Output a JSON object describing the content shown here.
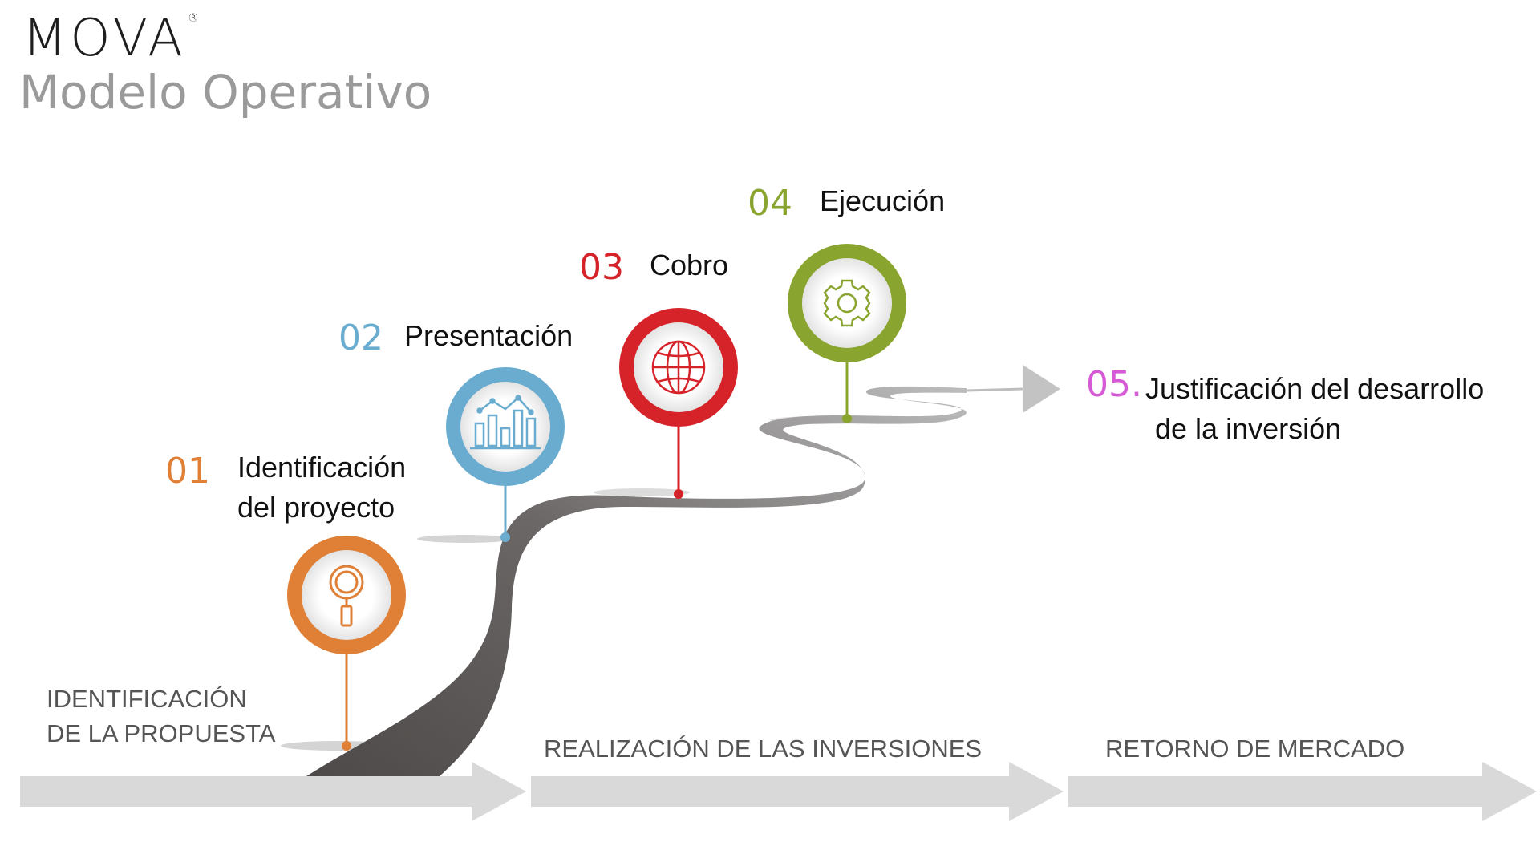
{
  "header": {
    "logo": "MOVA",
    "logo_mark": "®",
    "subtitle": "Modelo Operativo"
  },
  "steps": [
    {
      "number": "01",
      "label_line1": "Identificación",
      "label_line2": "del proyecto",
      "color": "#e07f36",
      "icon": "magnifier-icon"
    },
    {
      "number": "02",
      "label_line1": "Presentación",
      "label_line2": "",
      "color": "#6aaccf",
      "icon": "bar-chart-icon"
    },
    {
      "number": "03",
      "label_line1": "Cobro",
      "label_line2": "",
      "color": "#d52329",
      "icon": "globe-icon"
    },
    {
      "number": "04",
      "label_line1": "Ejecución",
      "label_line2": "",
      "color": "#8aa52f",
      "icon": "gear-icon"
    },
    {
      "number": "05.",
      "label_line1": "Justificación del desarrollo",
      "label_line2": "de la inversión",
      "color": "#d65ad6",
      "icon": ""
    }
  ],
  "phases": [
    {
      "line1": "IDENTIFICACIÓN",
      "line2": "DE LA PROPUESTA"
    },
    {
      "line1": "REALIZACIÓN DE LAS INVERSIONES",
      "line2": ""
    },
    {
      "line1": "RETORNO DE MERCADO",
      "line2": ""
    }
  ],
  "colors": {
    "road": "#5b5857",
    "arrow": "#d9d9d9",
    "phase_text": "#555555"
  }
}
